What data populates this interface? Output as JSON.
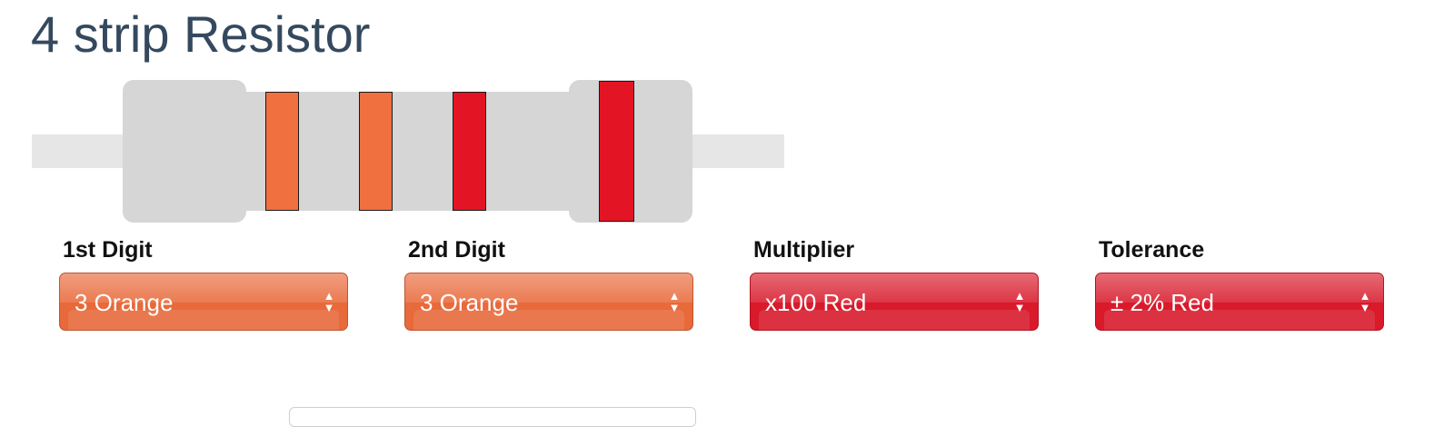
{
  "title": "4 strip Resistor",
  "colors": {
    "orange": "#f07040",
    "red": "#e31525",
    "resistor_body": "#d6d6d6",
    "lead": "#e6e6e6",
    "title": "#34495e"
  },
  "bands": [
    {
      "name": "band-1",
      "color": "#f07040"
    },
    {
      "name": "band-2",
      "color": "#f07040"
    },
    {
      "name": "band-3",
      "color": "#e31525"
    },
    {
      "name": "band-4",
      "color": "#e31525"
    }
  ],
  "controls": [
    {
      "label": "1st Digit",
      "value": "3 Orange",
      "color": "#e8693a"
    },
    {
      "label": "2nd Digit",
      "value": "3 Orange",
      "color": "#e8693a"
    },
    {
      "label": "Multiplier",
      "value": "x100 Red",
      "color": "#d81a2b"
    },
    {
      "label": "Tolerance",
      "value": "± 2% Red",
      "color": "#d81a2b"
    }
  ],
  "icons": {
    "select_arrows": "up-down-arrows-icon"
  }
}
